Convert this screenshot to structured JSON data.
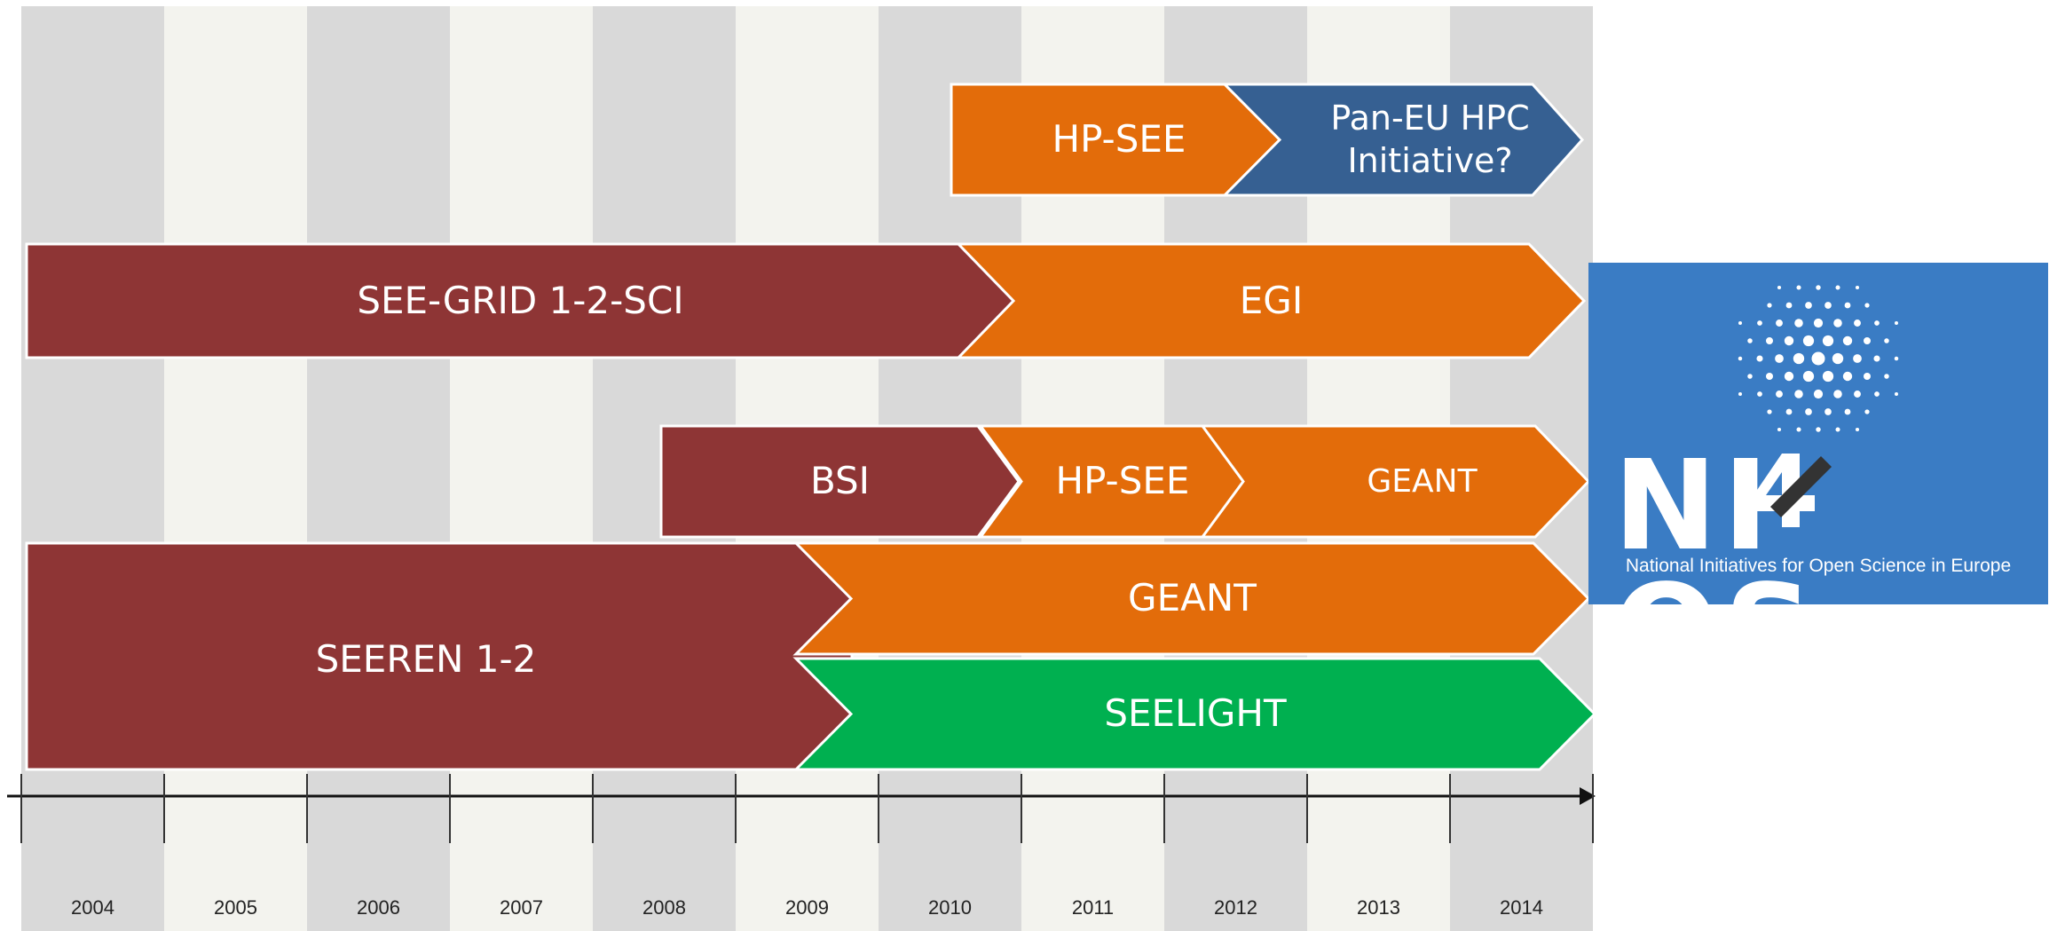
{
  "years": [
    "2004",
    "2005",
    "2006",
    "2007",
    "2008",
    "2009",
    "2010",
    "2011",
    "2012",
    "2013",
    "2014"
  ],
  "colors": {
    "dark_red": "#8e3535",
    "orange": "#e36c0a",
    "blue": "#366092",
    "green": "#00b050"
  },
  "bars": [
    {
      "label": "HP-SEE",
      "color": "#e36c0a"
    },
    {
      "label": "Pan-EU HPC\nInitiative?",
      "color": "#366092"
    },
    {
      "label": "SEE-GRID 1-2-SCI",
      "color": "#8e3535"
    },
    {
      "label": "EGI",
      "color": "#e36c0a"
    },
    {
      "label": "BSI",
      "color": "#8e3535"
    },
    {
      "label": "HP-SEE",
      "color": "#e36c0a"
    },
    {
      "label": "GEANT",
      "color": "#e36c0a"
    },
    {
      "label": "SEEREN 1-2",
      "color": "#8e3535"
    },
    {
      "label": "GEANT",
      "color": "#e36c0a"
    },
    {
      "label": "SEELIGHT",
      "color": "#00b050"
    }
  ],
  "logo": {
    "name_start": "NI",
    "name_end": "OS",
    "tagline": "National Initiatives for Open Science in Europe"
  }
}
